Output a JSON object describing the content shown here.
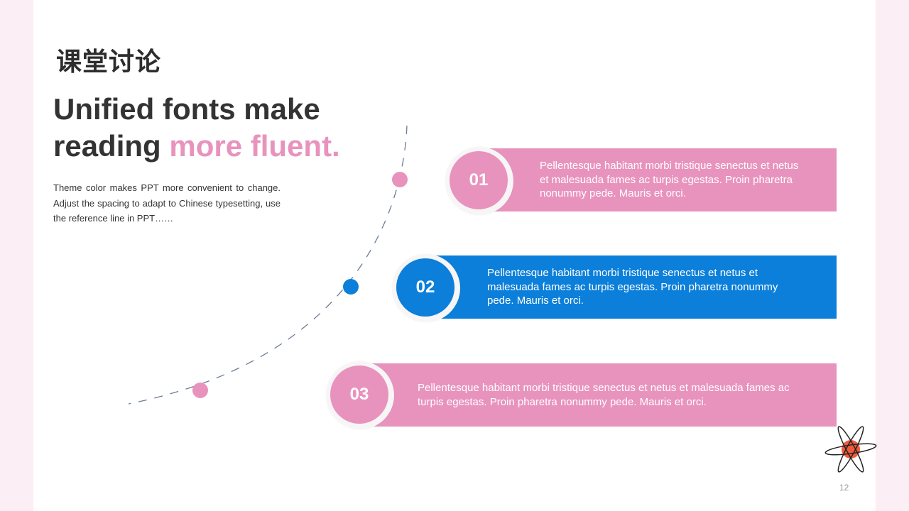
{
  "slide": {
    "section_title": "课堂讨论",
    "headline_part1": "Unified fonts make reading ",
    "headline_accent": "more fluent.",
    "description": "Theme color makes PPT more convenient to change. Adjust the spacing to adapt to Chinese typesetting, use the reference line in PPT……",
    "page_number": "12"
  },
  "items": [
    {
      "number": "01",
      "text": "Pellentesque habitant morbi tristique senectus et netus et malesuada fames ac turpis egestas. Proin pharetra nonummy pede. Mauris et orci.",
      "color": "#e893bd"
    },
    {
      "number": "02",
      "text": "Pellentesque habitant morbi tristique senectus et netus et malesuada fames ac turpis egestas. Proin pharetra nonummy pede. Mauris et orci.",
      "color": "#0b7fd9"
    },
    {
      "number": "03",
      "text": "Pellentesque habitant morbi tristique senectus et netus et malesuada fames ac turpis egestas. Proin pharetra nonummy pede. Mauris et orci.",
      "color": "#e893bd"
    }
  ],
  "colors": {
    "accent_pink": "#e893bd",
    "accent_blue": "#0b7fd9",
    "decor_red": "#f05a3c"
  },
  "icons": {
    "decoration": "atom-icon"
  }
}
